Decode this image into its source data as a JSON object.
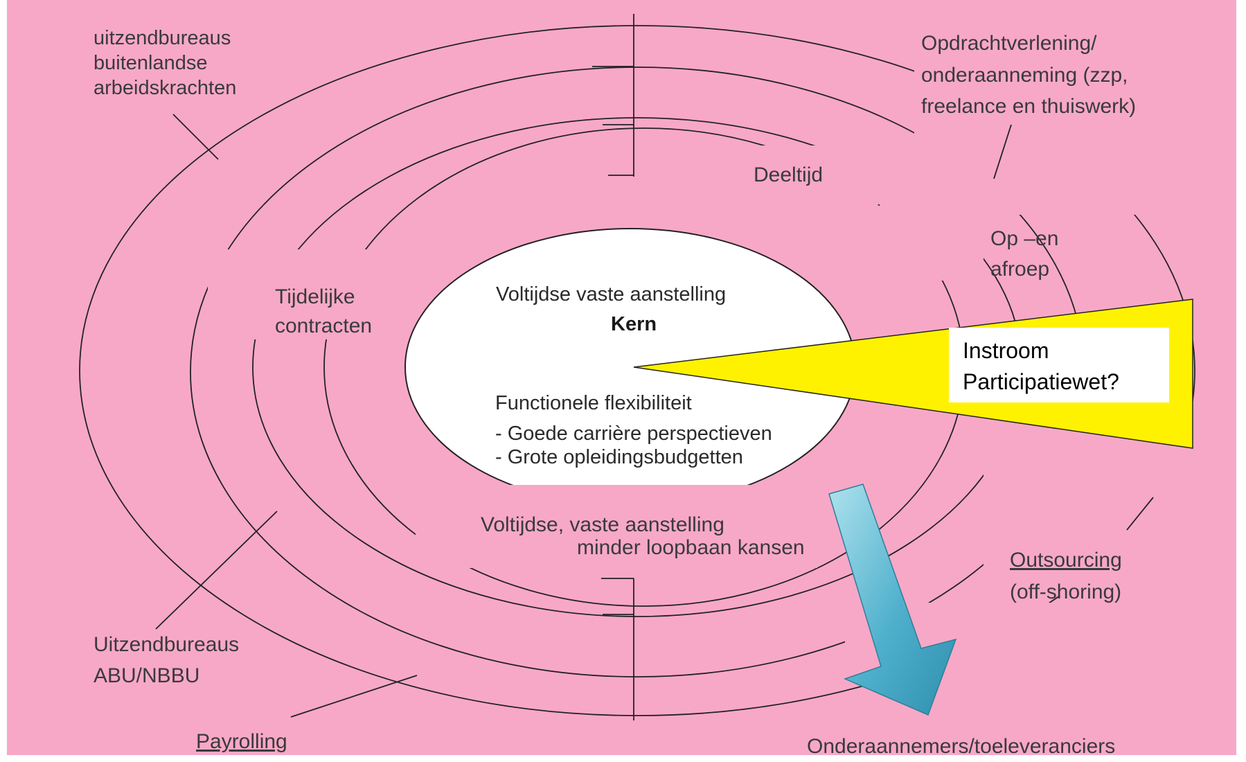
{
  "diagram": {
    "colors": {
      "background": "#f7a8c6",
      "core_fill": "#ffffff",
      "wedge_fill": "#fff200",
      "arrow_fill": "#4fb0cc",
      "line": "#222222"
    },
    "labels": {
      "uitzend_foreign": [
        "uitzendbureaus",
        "buitenlandse",
        "arbeidskrachten"
      ],
      "opdracht": [
        "Opdrachtverlening/",
        "onderaanneming (zzp,",
        "freelance en thuiswerk)"
      ],
      "deeltijd": "Deeltijd",
      "oproep": [
        "Op –en",
        "afroep"
      ],
      "tijdelijk": [
        "Tijdelijke",
        "contracten"
      ],
      "uitzend_abu": [
        "Uitzendbureaus",
        "ABU/NBBU"
      ],
      "payrolling": "Payrolling",
      "outsourcing": [
        "Outsourcing",
        "(off-shoring)"
      ],
      "onderaannemers": "Onderaannemers/toeleveranciers",
      "vaste_minder": [
        "Voltijdse, vaste aanstelling",
        "minder loopbaan kansen"
      ]
    },
    "core": {
      "title": "Voltijdse vaste aanstelling",
      "subtitle": "Kern",
      "flex": "Functionele flexibiliteit",
      "bullets": [
        "- Goede carrière perspectieven",
        "- Grote opleidingsbudgetten"
      ]
    },
    "callout": [
      "Instroom",
      "Participatiewet?"
    ],
    "icons": {
      "arrow": "down-right-arrow-icon",
      "wedge": "inflow-wedge"
    }
  }
}
